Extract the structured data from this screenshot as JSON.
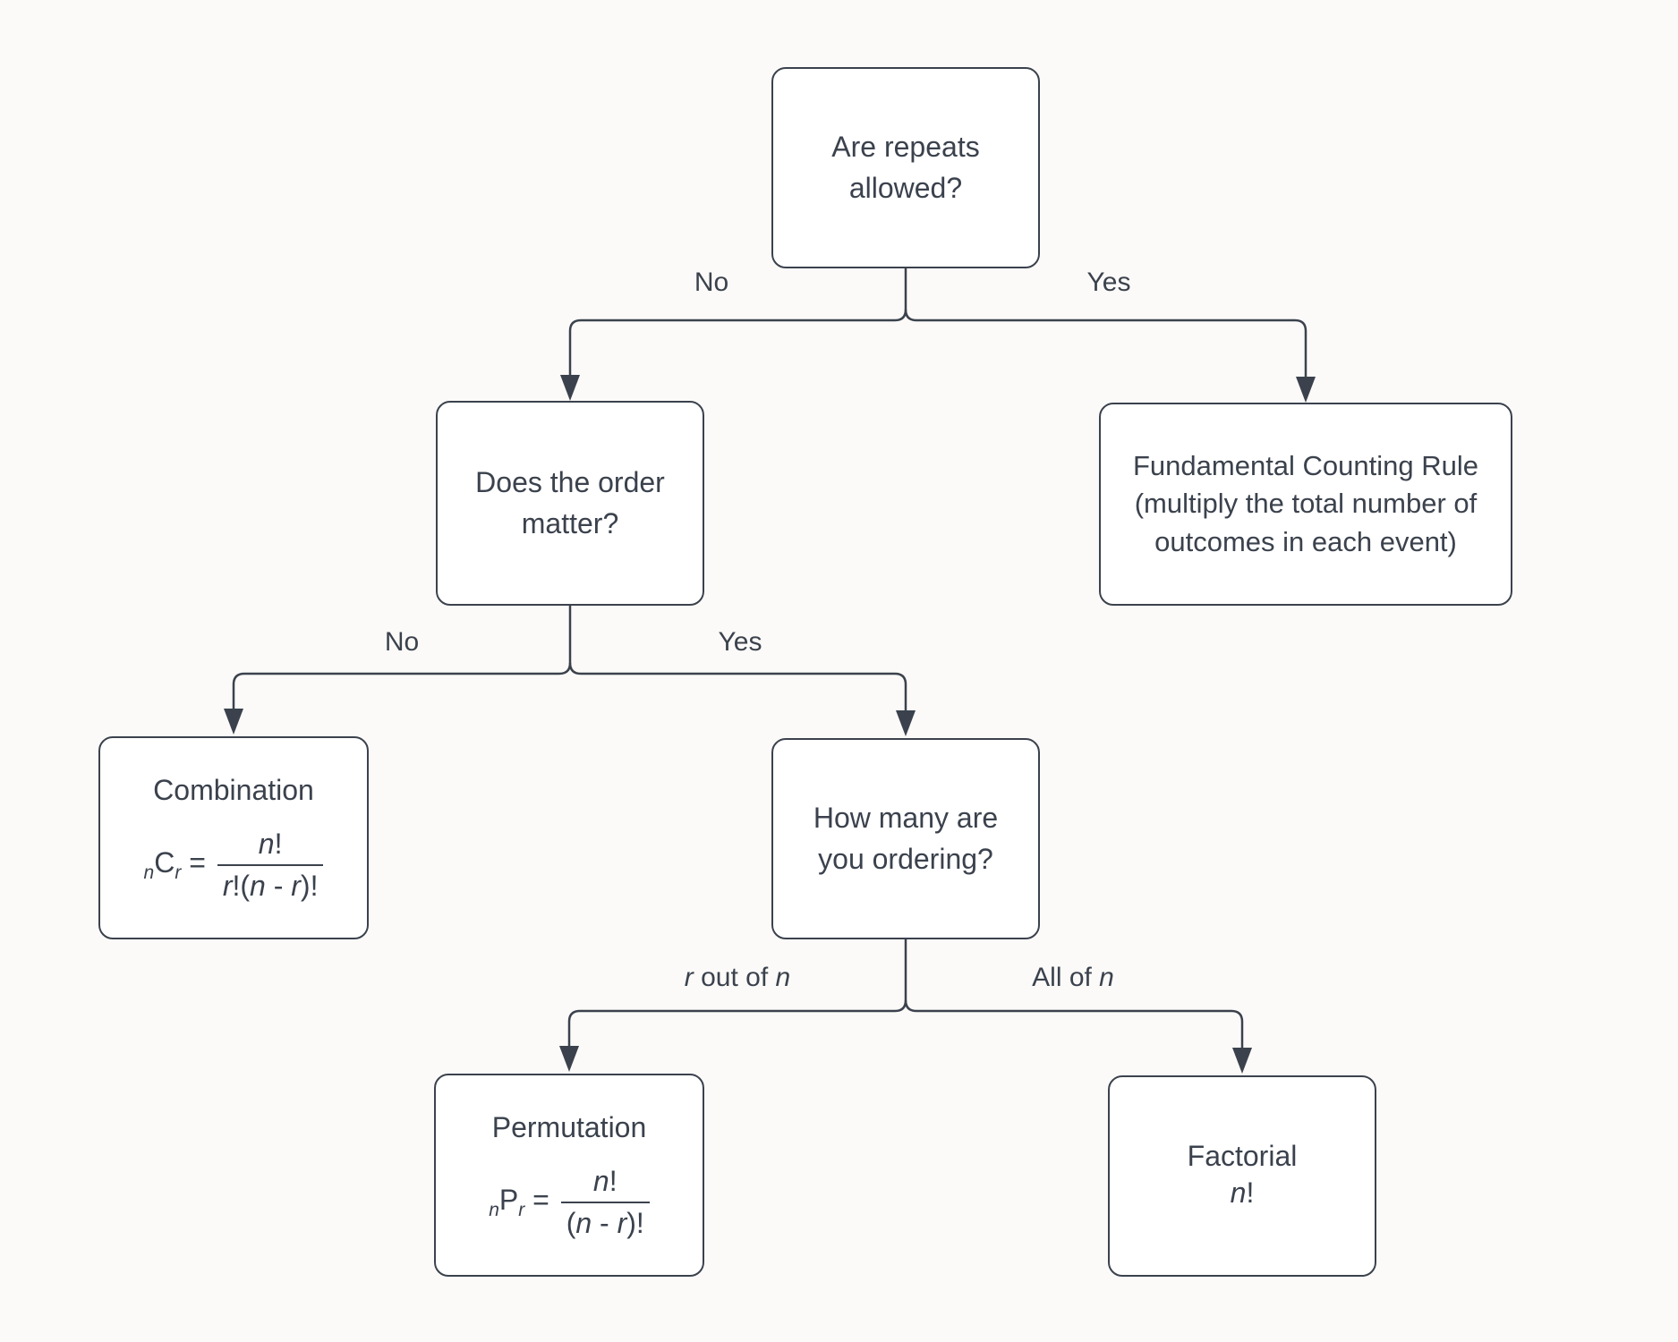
{
  "diagram": {
    "colors": {
      "stroke": "#3b424d",
      "text": "#3b424d",
      "node_fill": "#ffffff",
      "background": "#fbfaf8"
    },
    "nodes": {
      "are_repeats": {
        "lines": [
          "Are repeats",
          "allowed?"
        ]
      },
      "order_matters": {
        "lines": [
          "Does the order",
          "matter?"
        ]
      },
      "fundamental": {
        "lines": [
          "Fundamental Counting Rule",
          "(multiply the total number of",
          "outcomes in each event)"
        ]
      },
      "combination": {
        "title": "Combination",
        "formula_lhs": [
          {
            "t": "n",
            "i": true,
            "sub": true
          },
          {
            "t": "C"
          },
          {
            "t": "r",
            "i": true,
            "sub": true
          },
          {
            "t": " = "
          }
        ],
        "numerator": [
          {
            "t": "n",
            "i": true
          },
          {
            "t": "!"
          }
        ],
        "denominator": [
          {
            "t": "r",
            "i": true
          },
          {
            "t": "!("
          },
          {
            "t": "n",
            "i": true
          },
          {
            "t": " - "
          },
          {
            "t": "r",
            "i": true
          },
          {
            "t": ")!"
          }
        ]
      },
      "how_many": {
        "lines": [
          "How many are",
          "you ordering?"
        ]
      },
      "permutation": {
        "title": "Permutation",
        "formula_lhs": [
          {
            "t": "n",
            "i": true,
            "sub": true
          },
          {
            "t": "P"
          },
          {
            "t": "r",
            "i": true,
            "sub": true
          },
          {
            "t": " = "
          }
        ],
        "numerator": [
          {
            "t": "n",
            "i": true
          },
          {
            "t": "!"
          }
        ],
        "denominator": [
          {
            "t": "("
          },
          {
            "t": "n",
            "i": true
          },
          {
            "t": " - "
          },
          {
            "t": "r",
            "i": true
          },
          {
            "t": ")!"
          }
        ]
      },
      "factorial": {
        "title": "Factorial",
        "expression": [
          {
            "t": "n",
            "i": true
          },
          {
            "t": "!"
          }
        ]
      }
    },
    "edge_labels": {
      "repeats_no": "No",
      "repeats_yes": "Yes",
      "order_no": "No",
      "order_yes": "Yes",
      "r_out_of_n": [
        {
          "t": "r",
          "i": true
        },
        {
          "t": " out of "
        },
        {
          "t": "n",
          "i": true
        }
      ],
      "all_of_n": [
        {
          "t": "All of "
        },
        {
          "t": "n",
          "i": true
        }
      ]
    }
  }
}
